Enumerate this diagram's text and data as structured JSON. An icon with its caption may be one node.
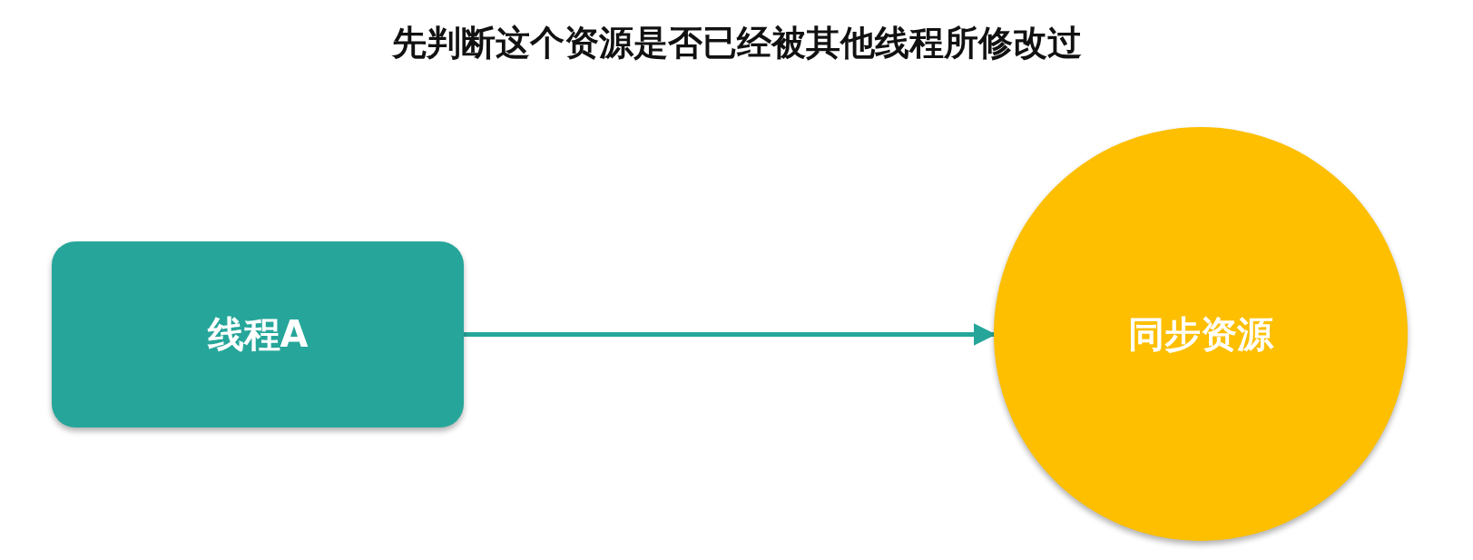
{
  "diagram": {
    "title": "先判断这个资源是否已经被其他线程所修改过",
    "nodes": [
      {
        "text": [
          "线程A"
        ]
      },
      {
        "text": [
          "同步资源"
        ]
      }
    ],
    "edges": [
      {
        "from": 0,
        "to": 1,
        "arrow": "to"
      }
    ]
  }
}
